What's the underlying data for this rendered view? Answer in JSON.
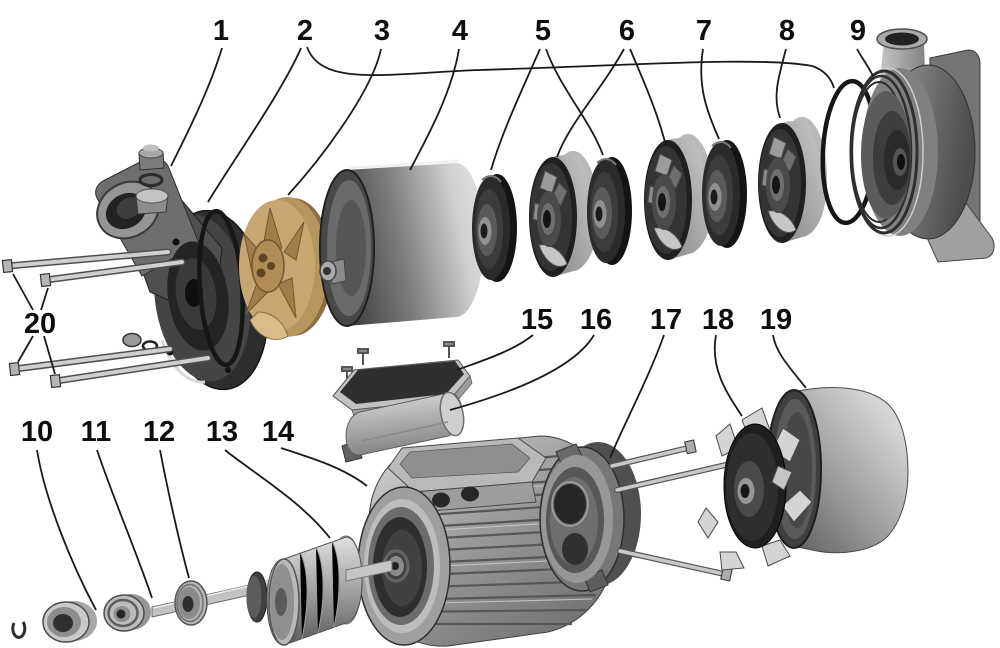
{
  "diagram": {
    "kind": "exploded-view parts diagram",
    "subject": "multistage centrifugal pump with electric motor",
    "background": "#ffffff",
    "ink": "#1a1a1a"
  },
  "colors": {
    "line": "#1a1a1a",
    "label": "#0d0d0d",
    "diffuser_tan": "#c7a671",
    "metal_light": "#d6d6d6",
    "metal_mid": "#8f8f8f",
    "metal_dark": "#2e2e2e"
  },
  "callouts": [
    {
      "label": "1",
      "part": "pump-bracket"
    },
    {
      "label": "2",
      "part": "o-ring-seals"
    },
    {
      "label": "3",
      "part": "suction-diffuser-plate"
    },
    {
      "label": "4",
      "part": "pump-sleeve-cylinder"
    },
    {
      "label": "5",
      "part": "impellers"
    },
    {
      "label": "6",
      "part": "stage-diffusers"
    },
    {
      "label": "7",
      "part": "impeller"
    },
    {
      "label": "8",
      "part": "last-stage-diffuser"
    },
    {
      "label": "9",
      "part": "pump-casing"
    },
    {
      "label": "10",
      "part": "bearing-and-seal-set"
    },
    {
      "label": "11",
      "part": "shaft"
    },
    {
      "label": "12",
      "part": "bearing"
    },
    {
      "label": "13",
      "part": "rotor"
    },
    {
      "label": "14",
      "part": "motor-housing"
    },
    {
      "label": "15",
      "part": "terminal-box-cover"
    },
    {
      "label": "16",
      "part": "capacitor"
    },
    {
      "label": "17",
      "part": "rear-end-shield"
    },
    {
      "label": "18",
      "part": "cooling-fan"
    },
    {
      "label": "19",
      "part": "fan-cover"
    },
    {
      "label": "20",
      "part": "tie-rod-studs"
    }
  ]
}
